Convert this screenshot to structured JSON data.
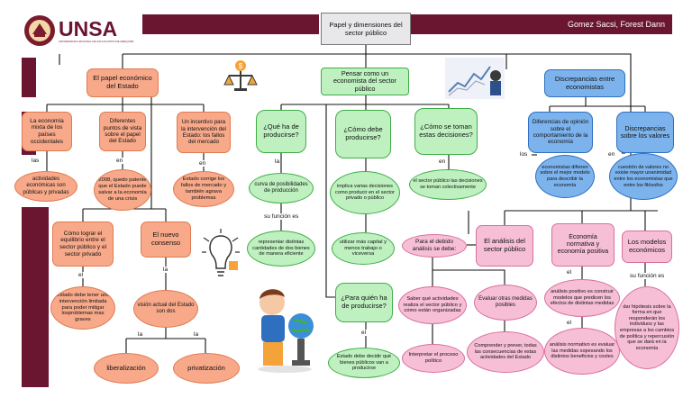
{
  "header": {
    "logo_text": "UNSA",
    "logo_subtitle": "UNIVERSIDAD NACIONAL DE SAN AGUSTIN DE AREQUIPA",
    "title": "Papel y dimensiones del sector público",
    "author": "Gomez Sacsi, Forest Dann"
  },
  "icons": {
    "scale": "balance-scale-dollar-icon",
    "chart": "stock-chart-icon",
    "bulb": "lightbulb-icon",
    "boy": "boy-with-globe-icon"
  },
  "nodes": {
    "papel_estado": "El papel económico del Estado",
    "economia_mixta": "La economía mixta de los países occidentales",
    "actividades": "actividades económicas son públicas y privadas",
    "diferentes_puntos": "Diferentes puntos de vista sobre el papel del Estado",
    "anio_2008": "2008, quedo patente que el Estado puede salvar a la economía de una crisis",
    "incentivo": "Un incentivo para la intervención del Estado: los fallos del mercado",
    "estado_corrige": "Estado corrige los fallos de mercado y también agrava problemas",
    "como_lograr": "Cómo lograr el equilibrio entre el sector público y el sector privado",
    "estado_debe_tener": "Estado debe tener una intervención limitada para poder mitigar losproblemas mas graves",
    "nuevo_consenso": "El nuevo consenso",
    "vision_actual": "visión actual del Estado son dos",
    "liberalizacion": "liberalización",
    "privatizacion": "privatización",
    "pensar": "Pensar como un economista del sector público",
    "que_producir": "¿Qué ha de producirse?",
    "curva": "curva de posibilidades de producción",
    "representar": "representar distintas cantidades de dos bienes de manera eficiente",
    "como_producir": "¿Cómo debe producirse?",
    "implica": "implica varias decisiones como producir en el sector privado o público",
    "utilizar": "utilizar más capital y menos trabajo o viceversa",
    "para_quien": "¿Para quién ha de producirse?",
    "estado_decidir": "Estado debe decidir qué bienes públicos van a producirse",
    "como_tomar": "¿Cómo se toman estas decisiones?",
    "sector_publico_decisiones": "el sector público las decisiones se toman colectivamente",
    "discrepancias": "Discrepancias entre economistas",
    "diferencias_opinion": "Diferencias de opinión sobre el comportamiento de la economía",
    "economistas_difieren": "economistas difieren sobre el mejor modelo para describir la economía",
    "discrepancias_valores": "Discrepancias sobre los valores",
    "cuestion_valores": "cuestión de valores no existe mayor unanimidad entre los economistas que entre los filósofos",
    "analisis": "El análisis del sector público",
    "para_analisis": "Para el debido análisis se debe:",
    "saber_que": "Saber qué actividades realiza el sector público y cómo están organizadas",
    "interpretar": "Interpretar el proceso político",
    "evaluar": "Evaluar otras medidas posibles",
    "comprender": "Comprender y prever, todas las consecuencias de estas actividades del Estado",
    "normativa": "Economía normativa y economía positiva",
    "analisis_positivo": "análisis positivo es construir modelos que predicen los efectos de distintas medidas",
    "analisis_normativo": "análisis normativo es evaluar las medidas sopesando los distintos beneficios y costes",
    "modelos": "Los modelos económicos",
    "hipotesis": "dar hipótesis sobre la forma en que responderán los individuos y las empresas a los cambios de política y repercusión que se dará en la economía"
  },
  "labels": {
    "las": "las",
    "en_1": "en",
    "en_2": "en",
    "el_1": "el",
    "la_1": "la",
    "la_2": "la",
    "la_3": "la",
    "la_4": "la",
    "su_funcion_1": "su función es",
    "el_2": "el",
    "en_3": "en",
    "los": "los",
    "en_4": "en",
    "el_3": "el",
    "el_4": "el",
    "su_funcion_2": "su función es"
  },
  "colors": {
    "accent": "#6b1630",
    "orange": "#f7a98a",
    "green": "#bff0c0",
    "blue": "#7db3ec",
    "pink": "#f7bfd6"
  }
}
